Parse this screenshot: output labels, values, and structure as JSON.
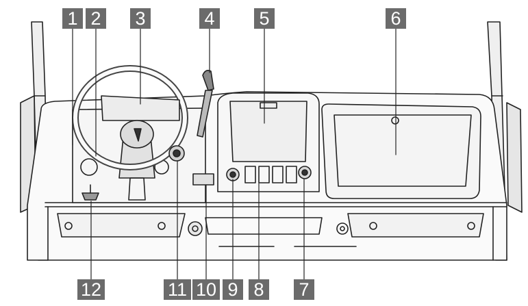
{
  "callouts": {
    "c1": "1",
    "c2": "2",
    "c3": "3",
    "c4": "4",
    "c5": "5",
    "c6": "6",
    "c7": "7",
    "c8": "8",
    "c9": "9",
    "c10": "10",
    "c11": "11",
    "c12": "12"
  },
  "colors": {
    "line": "#222222",
    "callout_bg": "#6b6b6b",
    "callout_text": "#ffffff",
    "panel_fill": "#f4f4f4"
  }
}
